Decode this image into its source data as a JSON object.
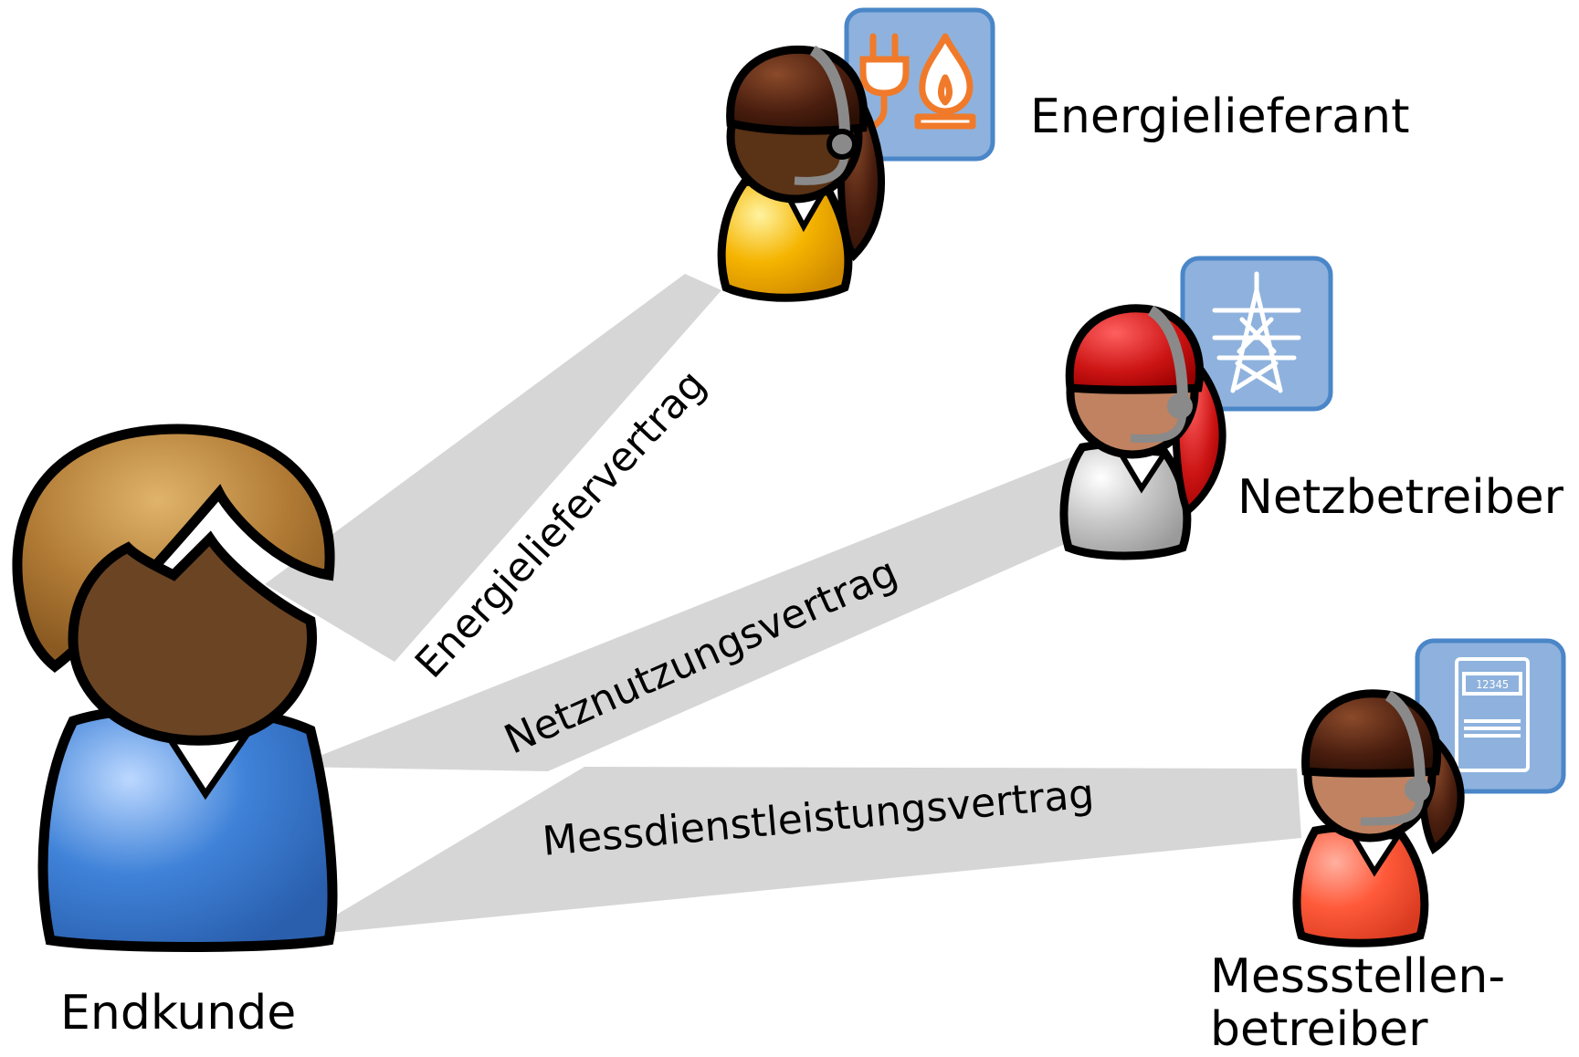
{
  "customer": {
    "label": "Endkunde"
  },
  "parties": [
    {
      "id": "energielieferant",
      "label": "Energielieferant",
      "icon": "plug-and-gas-flame-icon",
      "shirt_color": "#f5b400",
      "hair_color": "#4a1e0f",
      "skin_color": "#5a3215"
    },
    {
      "id": "netzbetreiber",
      "label": "Netzbetreiber",
      "icon": "power-pylon-icon",
      "shirt_color": "#c8c8c8",
      "hair_color": "#cc1414",
      "skin_color": "#c08260"
    },
    {
      "id": "messstellenbetreiber",
      "label_line1": "Messstellen-",
      "label_line2": "betreiber",
      "icon": "electricity-meter-icon",
      "meter_display": "12345",
      "shirt_color": "#ff5a3a",
      "hair_color": "#4a1e0f",
      "skin_color": "#c08260"
    }
  ],
  "contracts": [
    {
      "from": "Endkunde",
      "to": "Energielieferant",
      "label": "Energieliefervertrag"
    },
    {
      "from": "Endkunde",
      "to": "Netzbetreiber",
      "label": "Netznutzungsvertrag"
    },
    {
      "from": "Endkunde",
      "to": "Messstellenbetreiber",
      "label": "Messdienstleistungsvertrag"
    }
  ],
  "colors": {
    "connector": "#d6d6d6",
    "icon_box_fill": "#8eb2dd",
    "icon_box_border": "#4a86c8",
    "customer_shirt": "#3f82d8",
    "customer_hair": "#b07a35",
    "customer_skin": "#6b4423"
  }
}
